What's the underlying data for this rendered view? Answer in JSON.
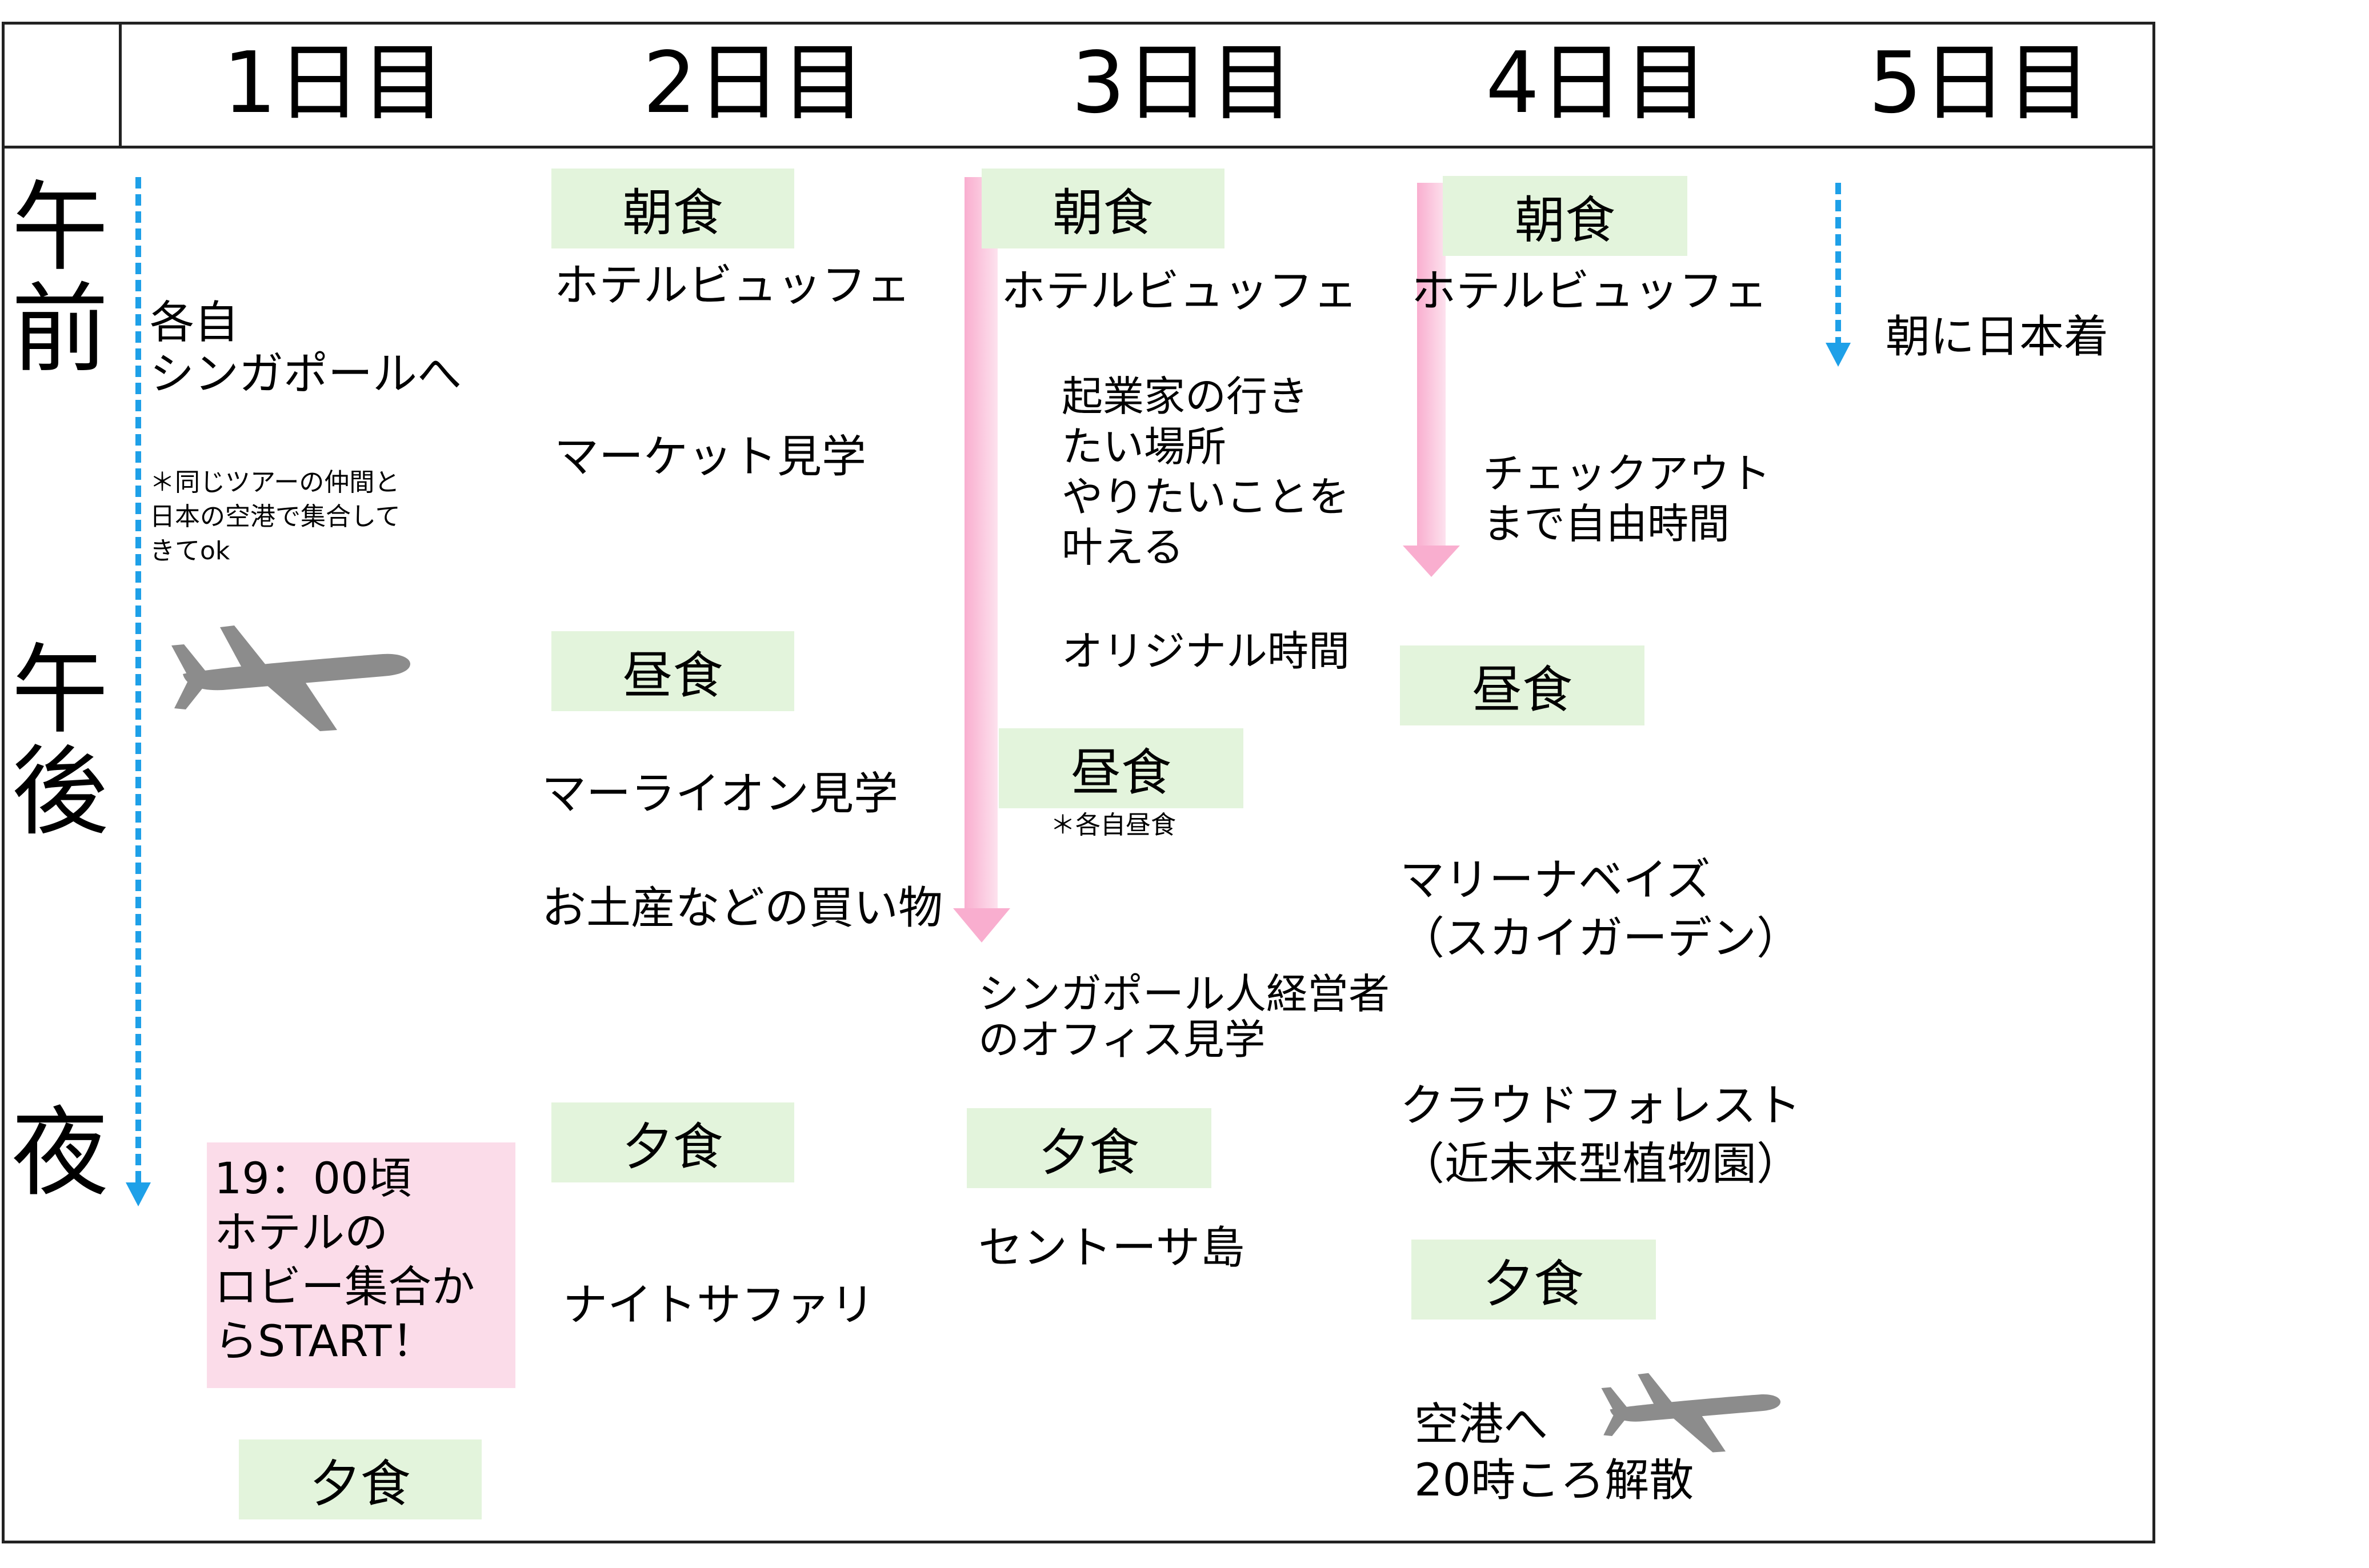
{
  "header": {
    "days": [
      "1日目",
      "2日目",
      "3日目",
      "4日目",
      "5日目"
    ]
  },
  "periods": {
    "morning": "午前",
    "afternoon": "午後",
    "night": "夜"
  },
  "day1": {
    "depart": "各自\nシンガポールへ",
    "note": "＊同じツアーの仲間と\n日本の空港で集合して\nきてok",
    "meeting": "19：00頃\nホテルの\nロビー集合か\nらSTART！",
    "dinner_label": "夕食"
  },
  "day2": {
    "breakfast_label": "朝食",
    "breakfast_place": "ホテルビュッフェ",
    "market": "マーケット見学",
    "lunch_label": "昼食",
    "merlion": "マーライオン見学",
    "shopping": "お土産などの買い物",
    "dinner_label": "夕食",
    "night_safari": "ナイトサファリ"
  },
  "day3": {
    "breakfast_label": "朝食",
    "breakfast_place": "ホテルビュッフェ",
    "free_plan": "起業家の行き\nたい場所\nやりたいことを\n叶える",
    "original_time": "オリジナル時間",
    "lunch_label": "昼食",
    "lunch_note": "＊各自昼食",
    "office_visit": "シンガポール人経営者\nのオフィス見学",
    "dinner_label": "夕食",
    "sentosa": "セントーサ島"
  },
  "day4": {
    "breakfast_label": "朝食",
    "breakfast_place": "ホテルビュッフェ",
    "checkout": "チェックアウト\nまで自由時間",
    "lunch_label": "昼食",
    "marina": "マリーナベイズ\n（スカイガーデン）",
    "cloud_forest": "クラウドフォレスト\n（近未来型植物園）",
    "dinner_label": "夕食",
    "airport": "空港へ\n20時ころ解散"
  },
  "day5": {
    "arrival": "朝に日本着"
  },
  "colors": {
    "meal_box": "#e3f4dc",
    "meeting_box": "#fbdce9",
    "dashed_arrow": "#1ea0e8",
    "pink_arrow": "#f9aecf",
    "airplane": "#8c8c8c"
  }
}
